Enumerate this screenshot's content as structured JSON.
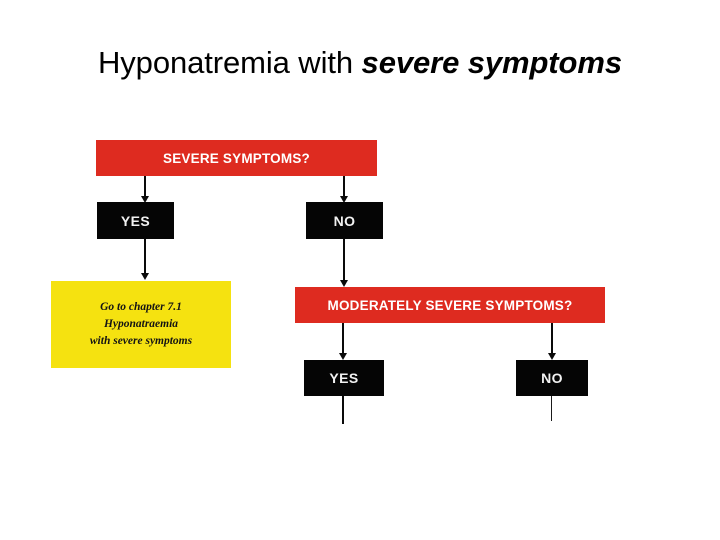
{
  "slide": {
    "title_prefix": "Hyponatremia with ",
    "title_emphasis": "severe symptoms"
  },
  "colors": {
    "red": "#DE2B20",
    "black": "#050505",
    "yellow": "#F5E210",
    "white": "#FFFFFF",
    "connector": "#0A0A0A"
  },
  "flowchart": {
    "type": "decision-flowchart",
    "nodes": [
      {
        "id": "severe",
        "label": "SEVERE SYMPTOMS?",
        "style": "red"
      },
      {
        "id": "yes1",
        "label": "YES",
        "style": "black"
      },
      {
        "id": "no1",
        "label": "NO",
        "style": "black"
      },
      {
        "id": "goto",
        "style": "yellow",
        "lines": [
          "Go to chapter 7.1",
          "Hyponatraemia",
          "with severe symptoms"
        ]
      },
      {
        "id": "moderately",
        "label": "MODERATELY SEVERE SYMPTOMS?",
        "style": "red"
      },
      {
        "id": "yes2",
        "label": "YES",
        "style": "black"
      },
      {
        "id": "no2",
        "label": "NO",
        "style": "black"
      }
    ],
    "edges": [
      {
        "from": "severe",
        "to": "yes1"
      },
      {
        "from": "severe",
        "to": "no1"
      },
      {
        "from": "yes1",
        "to": "goto"
      },
      {
        "from": "no1",
        "to": "moderately"
      },
      {
        "from": "moderately",
        "to": "yes2"
      },
      {
        "from": "moderately",
        "to": "no2"
      },
      {
        "from": "yes2",
        "to": "off-slide"
      },
      {
        "from": "no2",
        "to": "off-slide"
      }
    ]
  }
}
